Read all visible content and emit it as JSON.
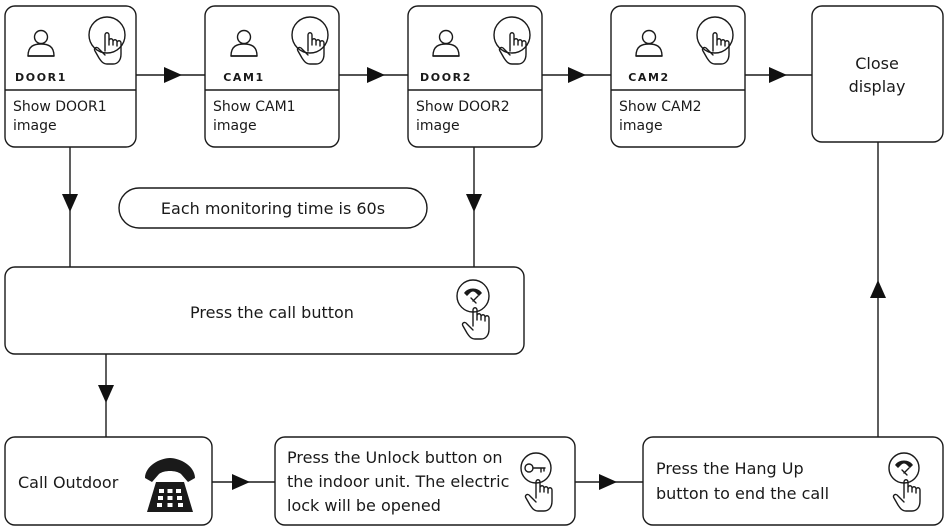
{
  "screens": [
    {
      "code": "DOOR1",
      "label_line1": "Show DOOR1",
      "label_line2": "image"
    },
    {
      "code": "CAM1",
      "label_line1": "Show CAM1",
      "label_line2": "image"
    },
    {
      "code": "DOOR2",
      "label_line1": "Show DOOR2",
      "label_line2": "image"
    },
    {
      "code": "CAM2",
      "label_line1": "Show CAM2",
      "label_line2": "image"
    }
  ],
  "close": {
    "line1": "Close",
    "line2": "display"
  },
  "monitoring_note": "Each monitoring time is 60s",
  "press_call": "Press the call button",
  "call_outdoor": "Call Outdoor",
  "unlock": {
    "line1": "Press the Unlock button on",
    "line2": "the indoor unit. The electric",
    "line3": "lock will be opened"
  },
  "hangup": {
    "line1": "Press the Hang Up",
    "line2": "button to end the call"
  },
  "icons": {
    "person": "person-icon",
    "touch": "touch-hand-icon",
    "call_button": "call-button-icon",
    "telephone": "telephone-icon",
    "key_button": "key-button-icon",
    "hangup_button": "hangup-button-icon"
  },
  "colors": {
    "line": "#1a1a1a",
    "background": "#ffffff"
  }
}
